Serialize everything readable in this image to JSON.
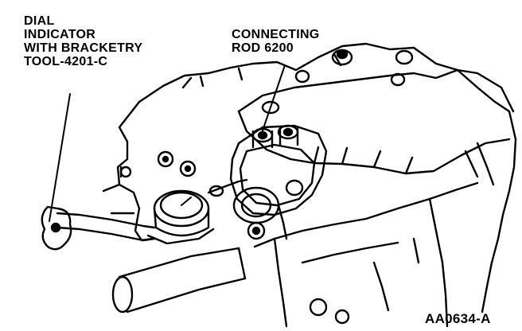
{
  "labels": {
    "dial_indicator": [
      "DIAL",
      "INDICATOR",
      "WITH BRACKETRY",
      "TOOL-4201-C"
    ],
    "connecting_rod": [
      "CONNECTING",
      "ROD 6200"
    ],
    "figure_id": "AA0634-A"
  },
  "colors": {
    "ink": "#000000",
    "paper": "#ffffff"
  }
}
